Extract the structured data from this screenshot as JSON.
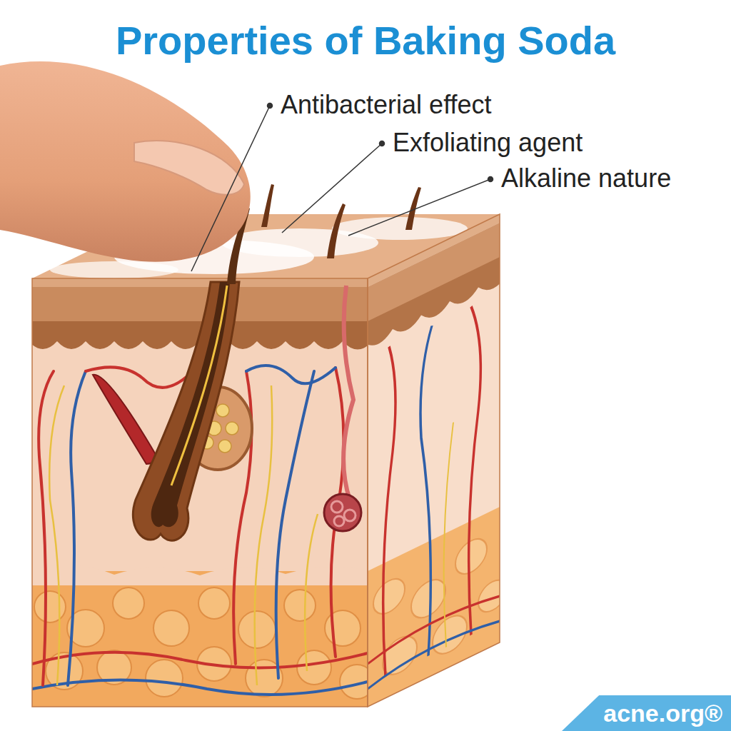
{
  "diagram": {
    "title": "Properties of Baking Soda",
    "nodes": [
      {
        "text": [
          "acne.org®"
        ]
      }
    ],
    "labels": [
      "Antibacterial effect",
      "Exfoliating agent",
      "Alkaline nature"
    ]
  }
}
